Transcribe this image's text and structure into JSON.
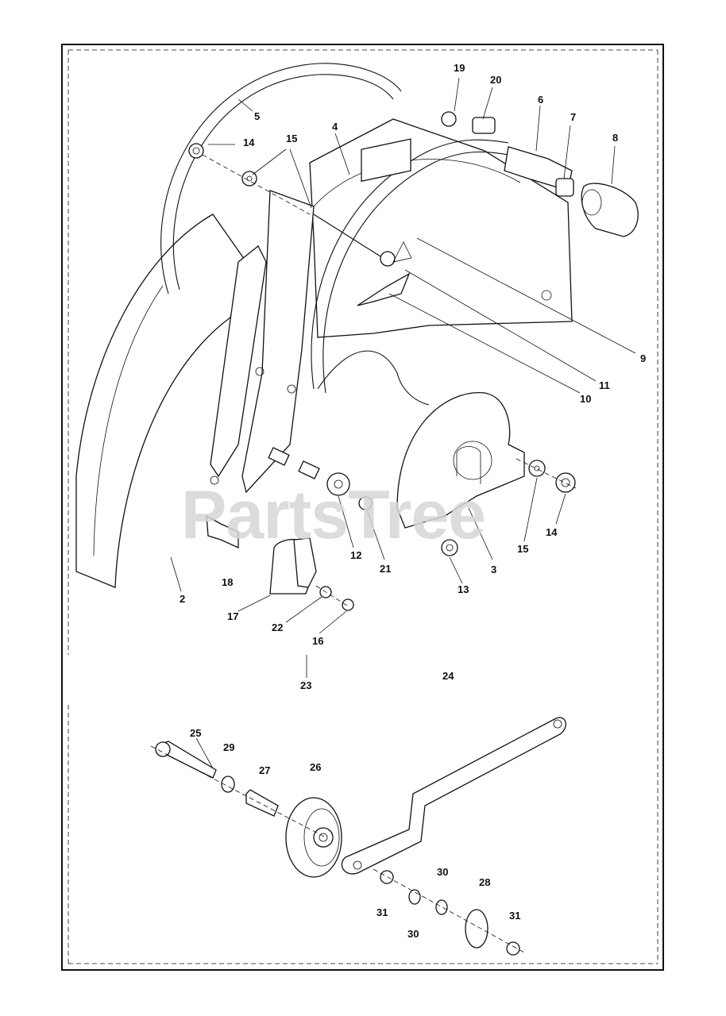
{
  "watermark": "PartsTree",
  "callouts": {
    "c2": "2",
    "c3": "3",
    "c4": "4",
    "c5": "5",
    "c6": "6",
    "c7": "7",
    "c8": "8",
    "c9": "9",
    "c10": "10",
    "c11": "11",
    "c12": "12",
    "c13": "13",
    "c14a": "14",
    "c14b": "14",
    "c15a": "15",
    "c15b": "15",
    "c16": "16",
    "c17": "17",
    "c18": "18",
    "c19": "19",
    "c20": "20",
    "c21": "21",
    "c22": "22",
    "c23": "23",
    "c24": "24",
    "c25": "25",
    "c26": "26",
    "c27": "27",
    "c28": "28",
    "c29": "29",
    "c30a": "30",
    "c30b": "30",
    "c31a": "31",
    "c31b": "31"
  }
}
